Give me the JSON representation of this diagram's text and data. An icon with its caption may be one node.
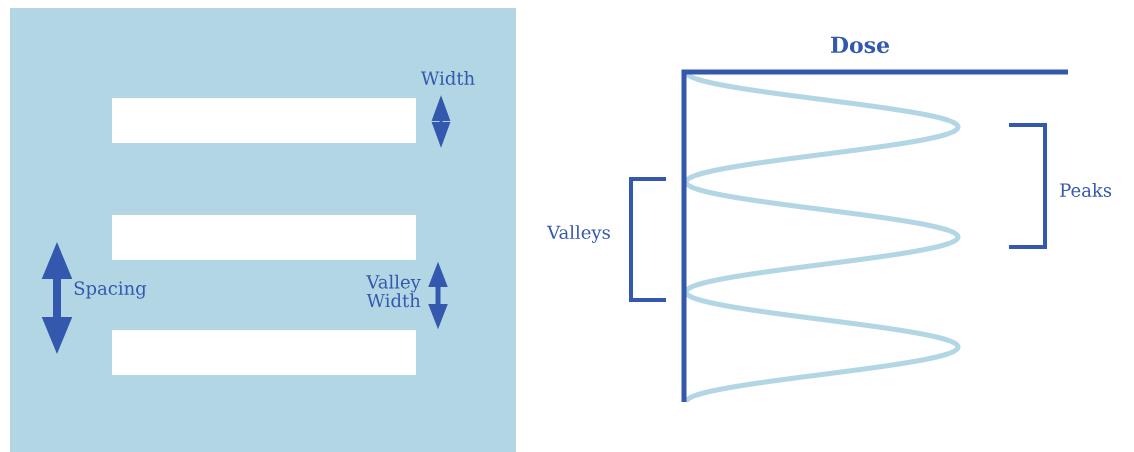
{
  "diagram": {
    "labels": [
      "Width",
      "Dose",
      "Peaks",
      "Valleys",
      "Spacing",
      "Valley Width"
    ]
  }
}
